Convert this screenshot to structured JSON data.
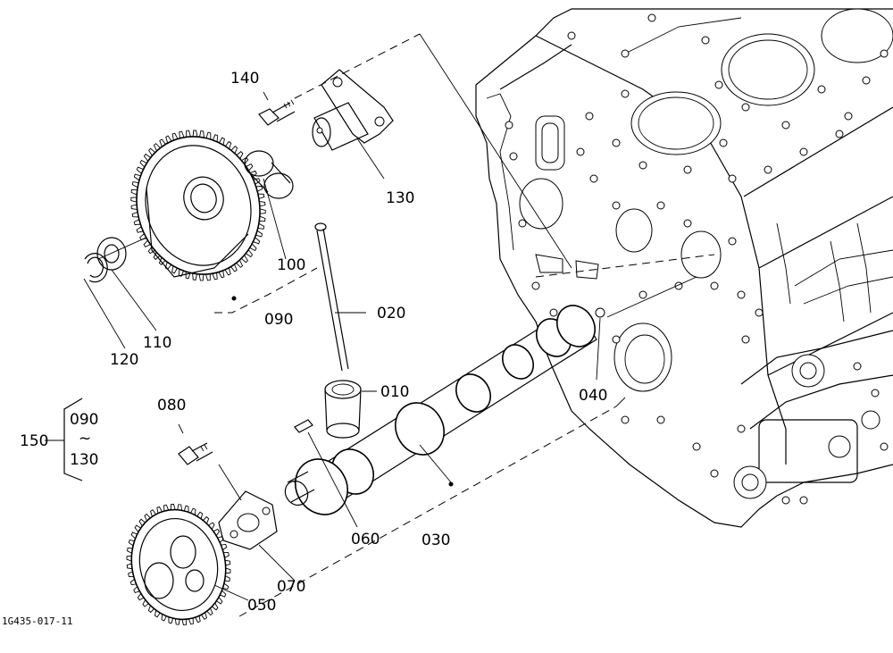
{
  "drawing_id": "1G435-017-11",
  "labels": {
    "p010": "010",
    "p020": "020",
    "p030": "030",
    "p040": "040",
    "p050": "050",
    "p060": "060",
    "p070": "070",
    "p080": "080",
    "p090": "090",
    "p100": "100",
    "p110": "110",
    "p120": "120",
    "p130": "130",
    "p140": "140",
    "kit_id": "150",
    "kit_from": "090",
    "kit_sep": "~",
    "kit_to": "130"
  }
}
